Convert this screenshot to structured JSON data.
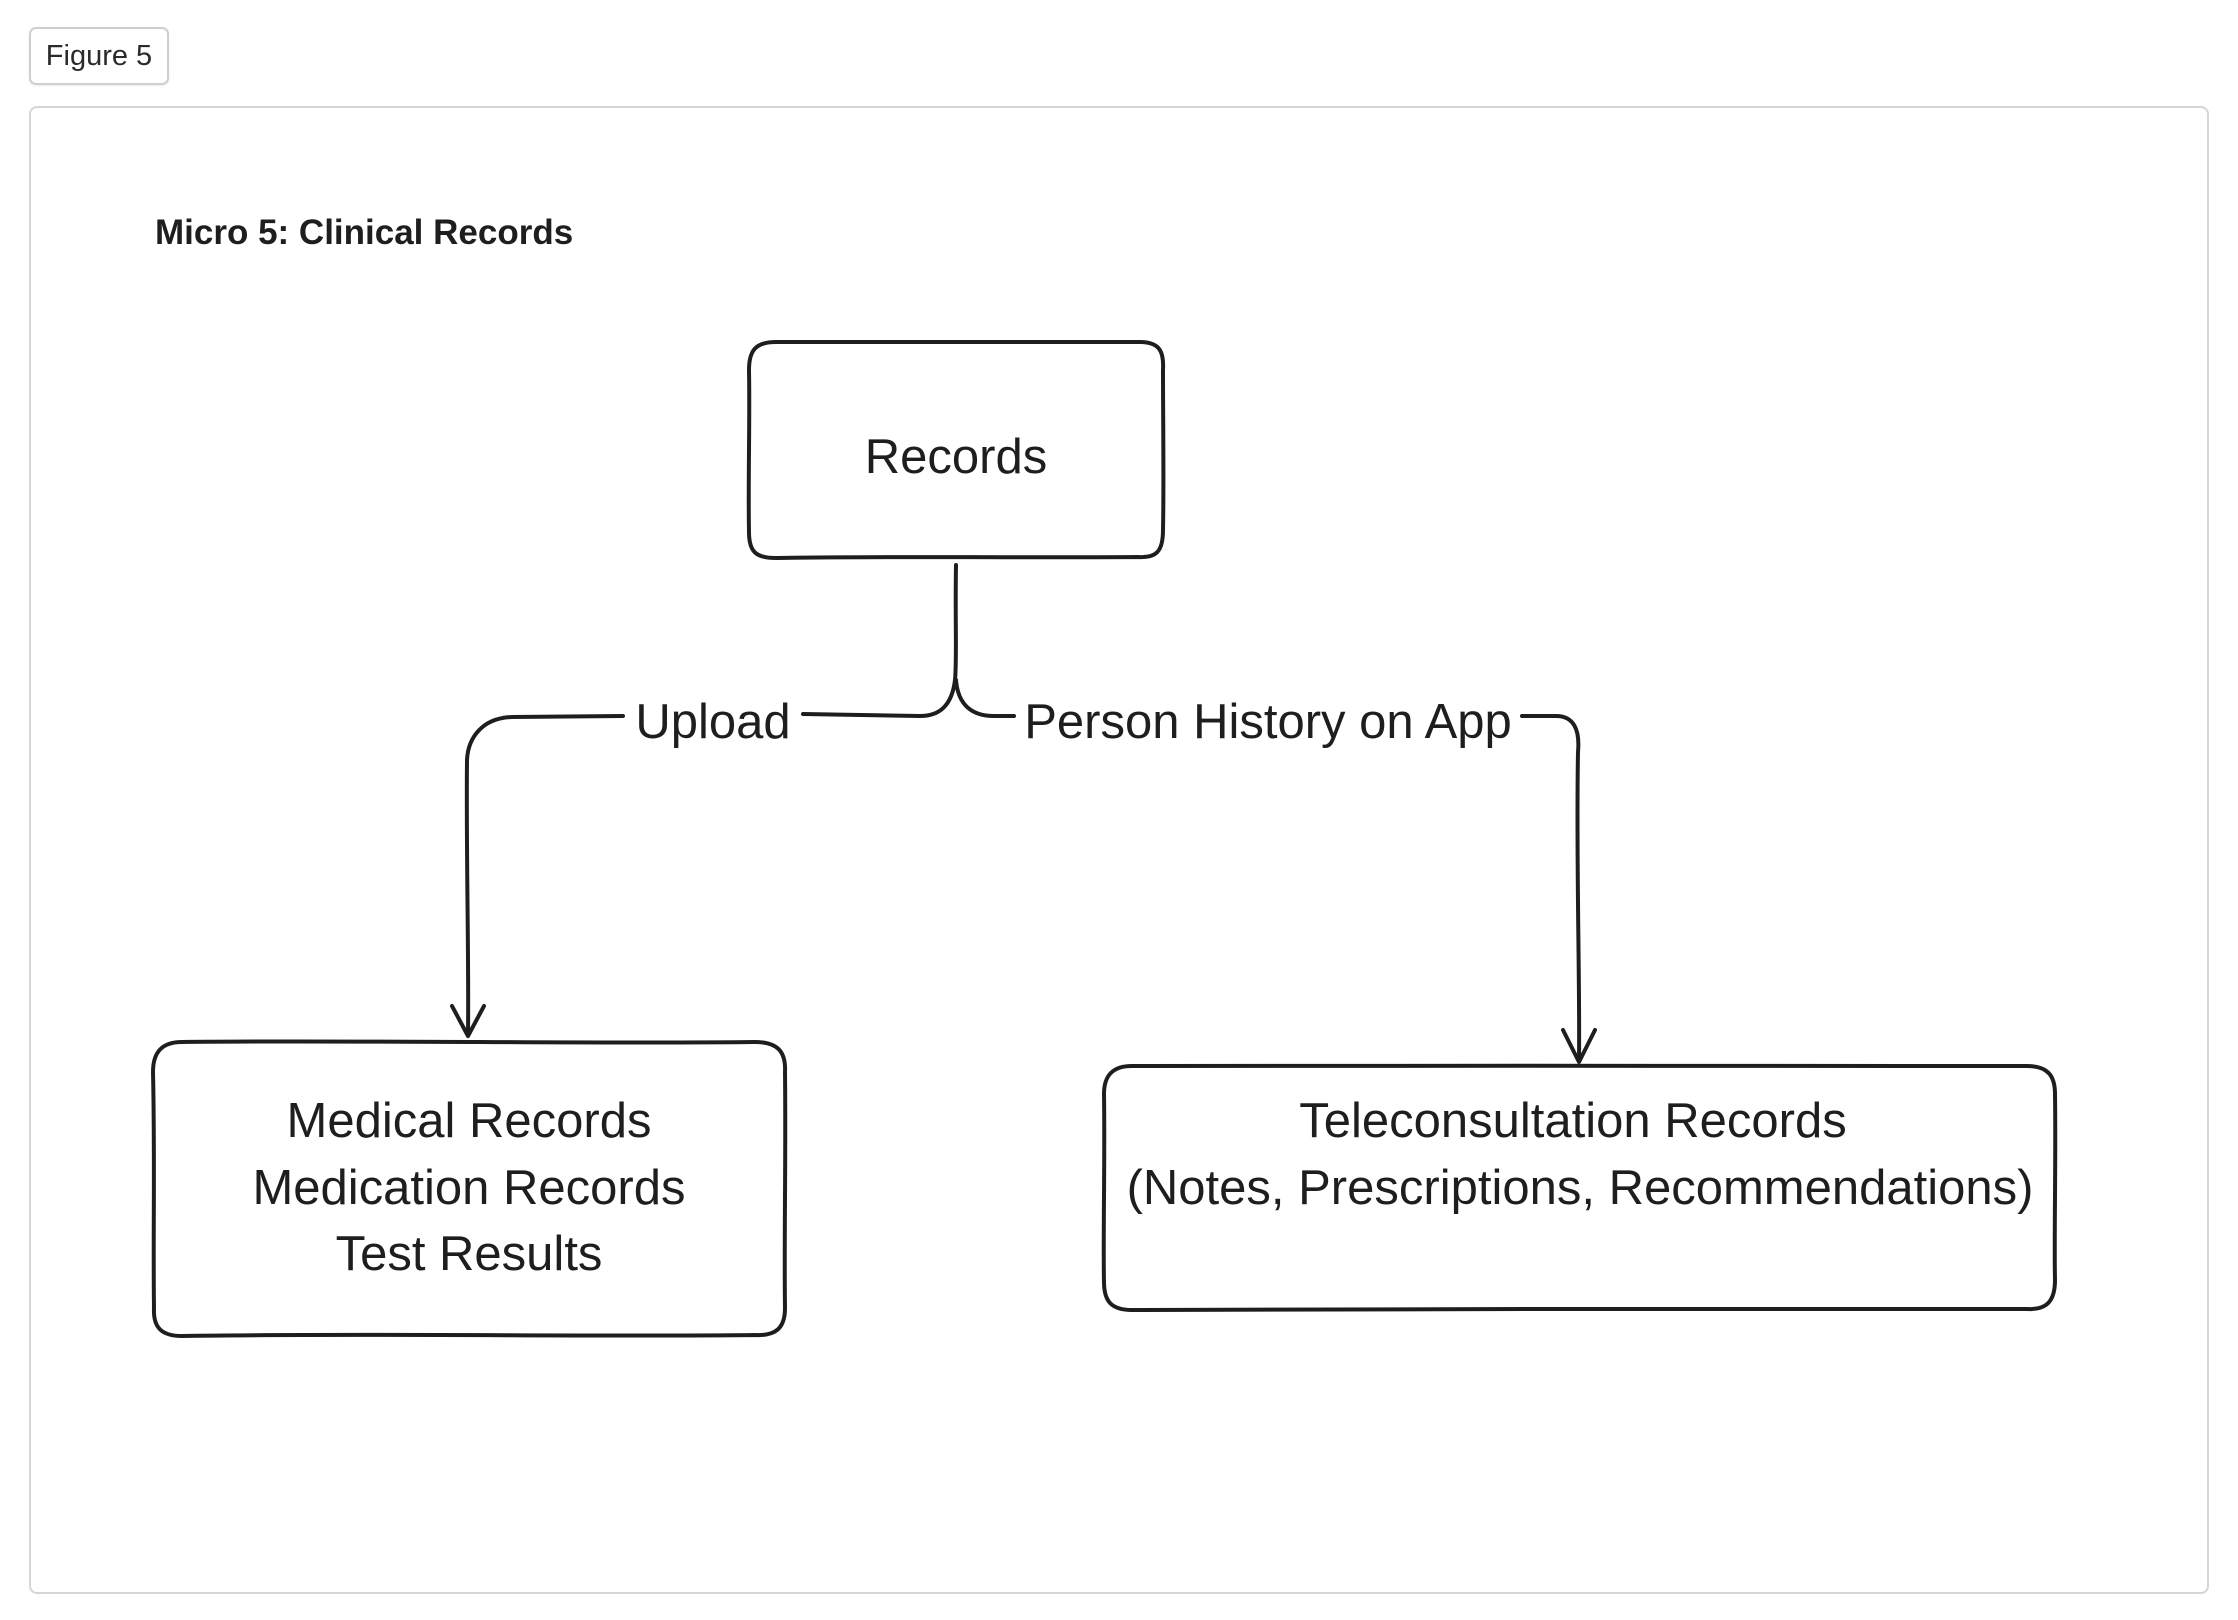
{
  "figure_label": "Figure 5",
  "frame_title": "Micro 5: Clinical Records",
  "nodes": {
    "records": {
      "lines": [
        "Records"
      ]
    },
    "medical": {
      "lines": [
        "Medical Records",
        "Medication Records",
        "Test Results"
      ]
    },
    "teleconsultation": {
      "lines": [
        "Teleconsultation Records",
        "(Notes, Prescriptions, Recommendations)"
      ]
    }
  },
  "edges": {
    "upload": {
      "label": "Upload",
      "from": "Records",
      "to": "Medical Records"
    },
    "history": {
      "label": "Person History on App",
      "from": "Records",
      "to": "Teleconsultation Records"
    }
  },
  "colors": {
    "stroke": "#1e1e1e",
    "frame_border": "#d6d6d6",
    "background": "#ffffff"
  }
}
